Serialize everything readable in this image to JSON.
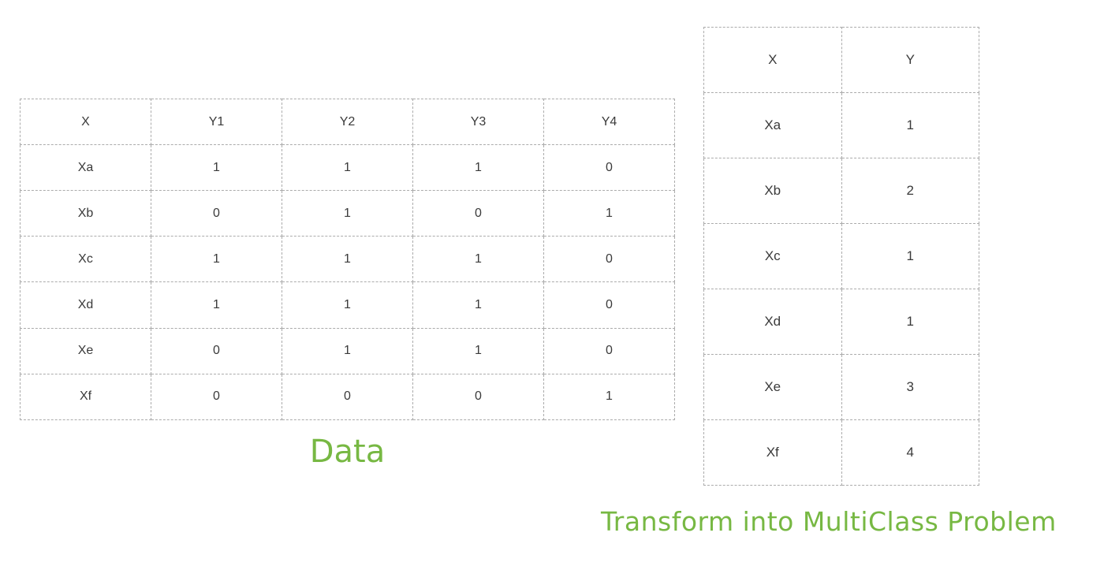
{
  "colors": {
    "background": "#ffffff",
    "caption_green": "#77b843",
    "table_border": "#ababab",
    "cell_text": "#3a3a3a"
  },
  "data_table": {
    "caption": "Data",
    "headers": [
      "X",
      "Y1",
      "Y2",
      "Y3",
      "Y4"
    ],
    "rows": [
      [
        "Xa",
        "1",
        "1",
        "1",
        "0"
      ],
      [
        "Xb",
        "0",
        "1",
        "0",
        "1"
      ],
      [
        "Xc",
        "1",
        "1",
        "1",
        "0"
      ],
      [
        "Xd",
        "1",
        "1",
        "1",
        "0"
      ],
      [
        "Xe",
        "0",
        "1",
        "1",
        "0"
      ],
      [
        "Xf",
        "0",
        "0",
        "0",
        "1"
      ]
    ]
  },
  "multiclass_table": {
    "caption": "Transform into MultiClass Problem",
    "headers": [
      "X",
      "Y"
    ],
    "rows": [
      [
        "Xa",
        "1"
      ],
      [
        "Xb",
        "2"
      ],
      [
        "Xc",
        "1"
      ],
      [
        "Xd",
        "1"
      ],
      [
        "Xe",
        "3"
      ],
      [
        "Xf",
        "4"
      ]
    ]
  }
}
